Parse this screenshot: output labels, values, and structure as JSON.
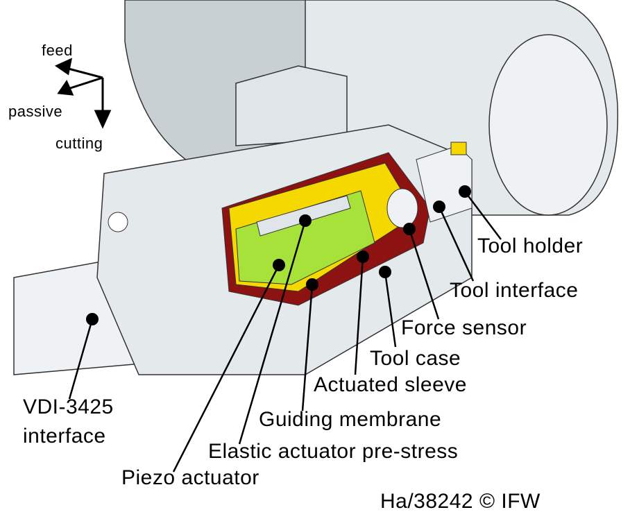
{
  "directions": {
    "feed": "feed",
    "passive": "passive",
    "cutting": "cutting"
  },
  "labels": {
    "tool_holder": "Tool holder",
    "tool_interface": "Tool interface",
    "force_sensor": "Force sensor",
    "tool_case": "Tool case",
    "actuated_sleeve": "Actuated sleeve",
    "guiding_membrane": "Guiding membrane",
    "elastic_prestress": "Elastic actuator pre-stress",
    "piezo_actuator": "Piezo actuator",
    "vdi_line1": "VDI-3425",
    "vdi_line2": "interface"
  },
  "credit": "Ha/38242 © IFW",
  "colors": {
    "metal": "#dfe5e8",
    "metal_dark": "#9aa6ad",
    "yellow": "#f5d800",
    "green": "#a6e23a",
    "red": "#a01515"
  }
}
